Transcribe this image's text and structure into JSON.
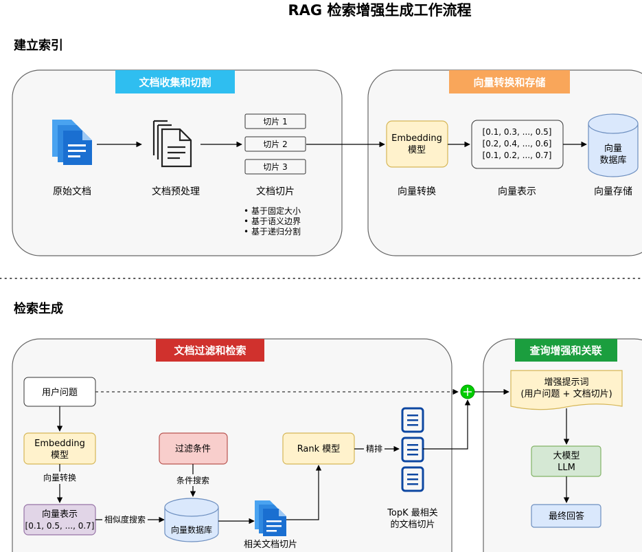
{
  "title": "RAG 检索增强生成工作流程",
  "sections": {
    "index": "建立索引",
    "retrieve": "检索生成"
  },
  "index": {
    "collect_header": "文档收集和切割",
    "vector_header": "向量转换和存储",
    "raw_doc": "原始文档",
    "preprocess": "文档预处理",
    "chunks": [
      "切片 1",
      "切片 2",
      "切片 3"
    ],
    "chunk_label": "文档切片",
    "chunk_methods": [
      "基于固定大小",
      "基于语义边界",
      "基于递归分割"
    ],
    "embed_line1": "Embedding",
    "embed_line2": "模型",
    "embed_label": "向量转换",
    "vectors": [
      "[0.1, 0.3, ..., 0.5]",
      "[0.2, 0.4, ..., 0.6]",
      "[0.1, 0.2, ..., 0.7]"
    ],
    "vector_label": "向量表示",
    "db_line1": "向量",
    "db_line2": "数据库",
    "db_label": "向量存储"
  },
  "retrieve": {
    "filter_header": "文档过滤和检索",
    "augment_header": "查询增强和关联",
    "user_question": "用户问题",
    "embed_line1": "Embedding",
    "embed_line2": "模型",
    "vec_convert": "向量转换",
    "vec_line1": "向量表示",
    "vec_line2": "[0.1, 0.5, ..., 0.7]",
    "similarity": "相似度搜索",
    "vector_db": "向量数据库",
    "filter_cond": "过滤条件",
    "cond_search": "条件搜索",
    "related_docs": "相关文档切片",
    "rank_model": "Rank 模型",
    "rerank": "精排",
    "topk_line1": "TopK 最相关",
    "topk_line2": "的文档切片",
    "prompt_line1": "增强提示词",
    "prompt_line2": "(用户问题 + 文档切片)",
    "llm_line1": "大模型",
    "llm_line2": "LLM",
    "final_answer": "最终回答"
  },
  "colors": {
    "blue_header": "#2fbef0",
    "orange_header": "#f9a65a",
    "red_header": "#d0312d",
    "green_header": "#1b9e3e",
    "panel_fill": "#f7f7f7",
    "panel_stroke": "#666666",
    "yellow_fill": "#fff2cc",
    "yellow_stroke": "#d6b656",
    "purple_fill": "#e1d5e7",
    "purple_stroke": "#9673a6",
    "red_fill": "#f8cecc",
    "red_stroke": "#b85450",
    "green_fill": "#d5e8d4",
    "green_stroke": "#82b366",
    "blue_fill": "#dae8fc",
    "blue_stroke": "#6c8ebf",
    "db_fill": "#dae8fc",
    "doc_blue": "#1a6fd1",
    "merge_green": "#00cc00"
  },
  "icons": [
    "document-stack-icon",
    "document-outline-icon",
    "database-icon",
    "document-lines-icon",
    "merge-plus-icon"
  ]
}
